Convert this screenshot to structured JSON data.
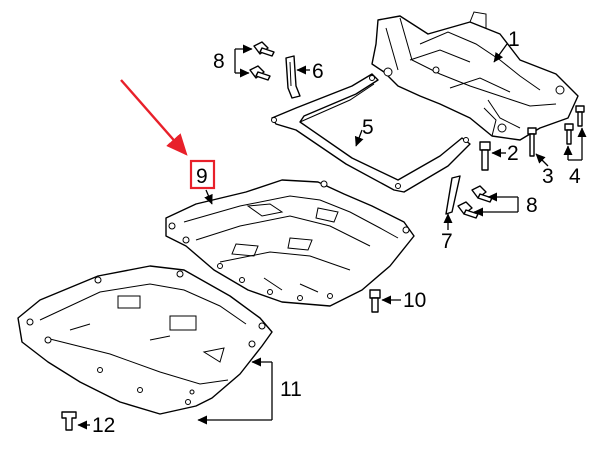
{
  "callouts": {
    "c1": "1",
    "c2": "2",
    "c3": "3",
    "c4": "4",
    "c5": "5",
    "c6": "6",
    "c7": "7",
    "c8a": "8",
    "c8b": "8",
    "c9": "9",
    "c10": "10",
    "c11": "11",
    "c12": "12"
  },
  "colors": {
    "highlight": "#e8202a",
    "ink": "#000000",
    "paper": "#ffffff"
  }
}
